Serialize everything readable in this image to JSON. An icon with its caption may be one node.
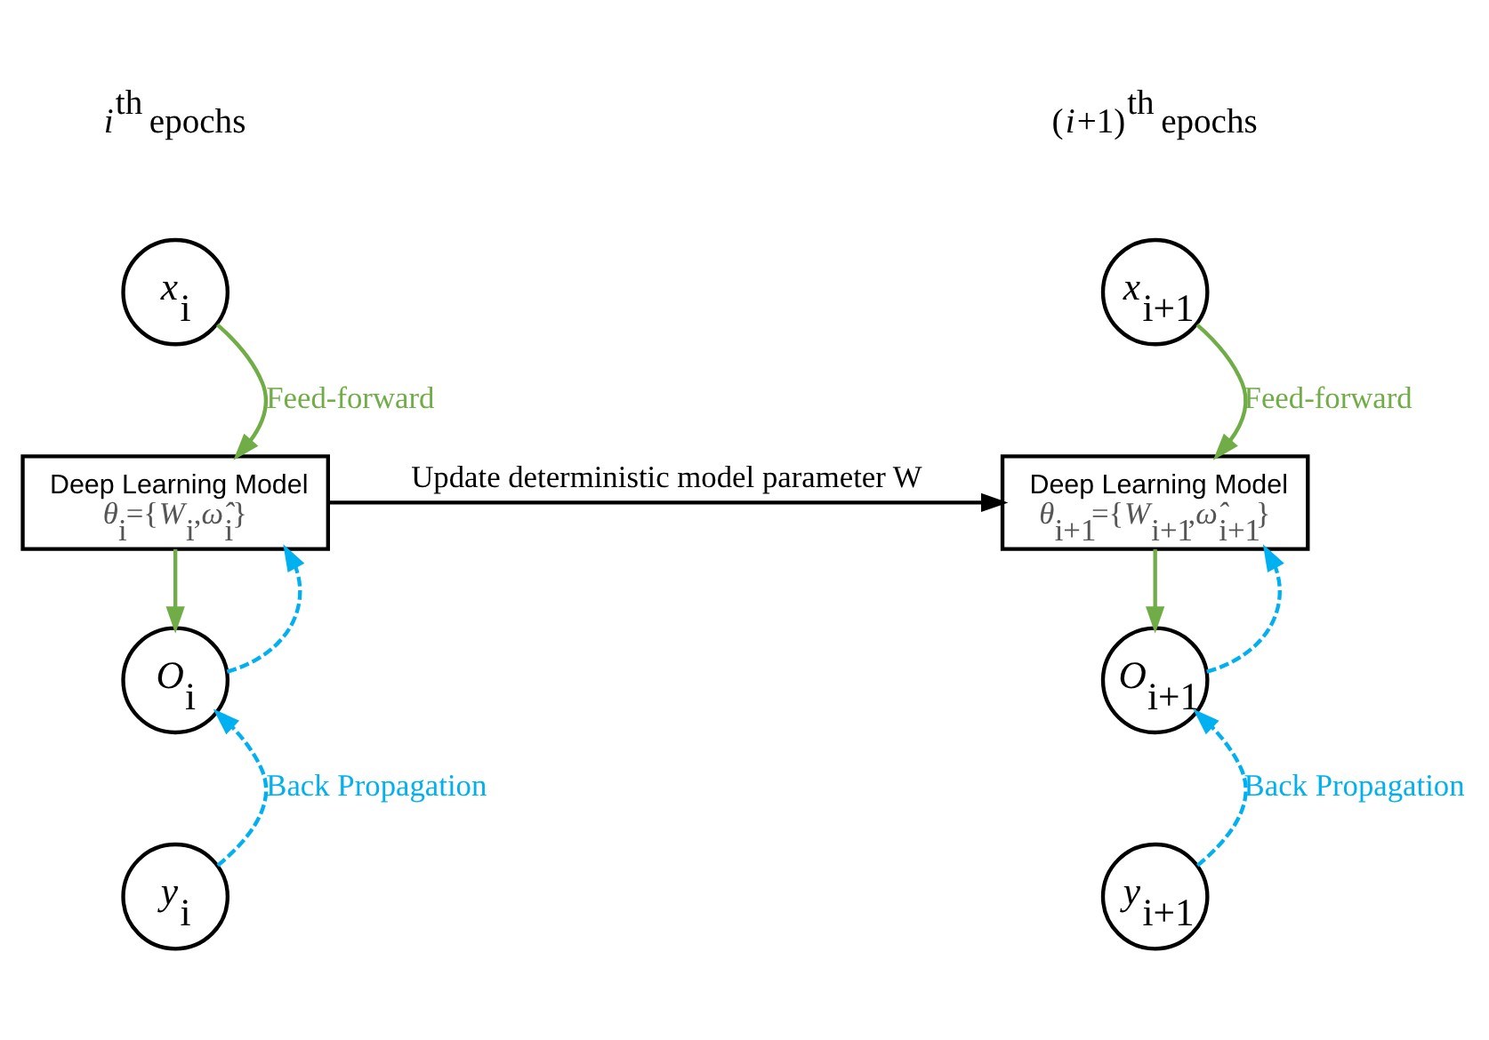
{
  "diagram": {
    "nodes": [
      {
        "text": [
          "*x*$_{i}$"
        ]
      },
      {
        "text": [
          "Deep Learning Model",
          "*θ*$_{i}$={*W*$_{i}$,*ω̂*$_{i}$}"
        ]
      },
      {
        "text": [
          "*O*$_{i}$"
        ]
      },
      {
        "text": [
          "*y*$_{i}$"
        ]
      },
      {
        "text": [
          "*x*$_{i+1}$"
        ]
      },
      {
        "text": [
          "Deep Learning Model",
          "*θ*$_{i+1}$={*W*$_{i+1}$,*ω̂*$_{i+1}$}"
        ]
      },
      {
        "text": [
          "*O*$_{i+1}$"
        ]
      },
      {
        "text": [
          "*y*$_{i+1}$"
        ]
      }
    ],
    "edges": [
      {
        "from": 0,
        "to": 1,
        "arrow": "to",
        "label": "Feed-forward",
        "color": "#70ad47"
      },
      {
        "from": 1,
        "to": 2,
        "arrow": "to",
        "color": "#70ad47"
      },
      {
        "from": 2,
        "to": 1,
        "arrow": "to",
        "style": "dashed",
        "color": "#00b0f0"
      },
      {
        "from": 3,
        "to": 2,
        "arrow": "to",
        "style": "dashed",
        "label": "Back Propagation",
        "color": "#00b0f0"
      },
      {
        "from": 1,
        "to": 5,
        "arrow": "to",
        "label": "Update deterministic model parameter W",
        "color": "#000000"
      },
      {
        "from": 4,
        "to": 5,
        "arrow": "to",
        "label": "Feed-forward",
        "color": "#70ad47"
      },
      {
        "from": 5,
        "to": 6,
        "arrow": "to",
        "color": "#70ad47"
      },
      {
        "from": 6,
        "to": 5,
        "arrow": "to",
        "style": "dashed",
        "color": "#00b0f0"
      },
      {
        "from": 7,
        "to": 6,
        "arrow": "to",
        "style": "dashed",
        "label": "Back Propagation",
        "color": "#00b0f0"
      }
    ],
    "labels": [
      "*i*$^{th}$ epochs",
      "(*i*+1)$^{th}$ epochs"
    ]
  }
}
